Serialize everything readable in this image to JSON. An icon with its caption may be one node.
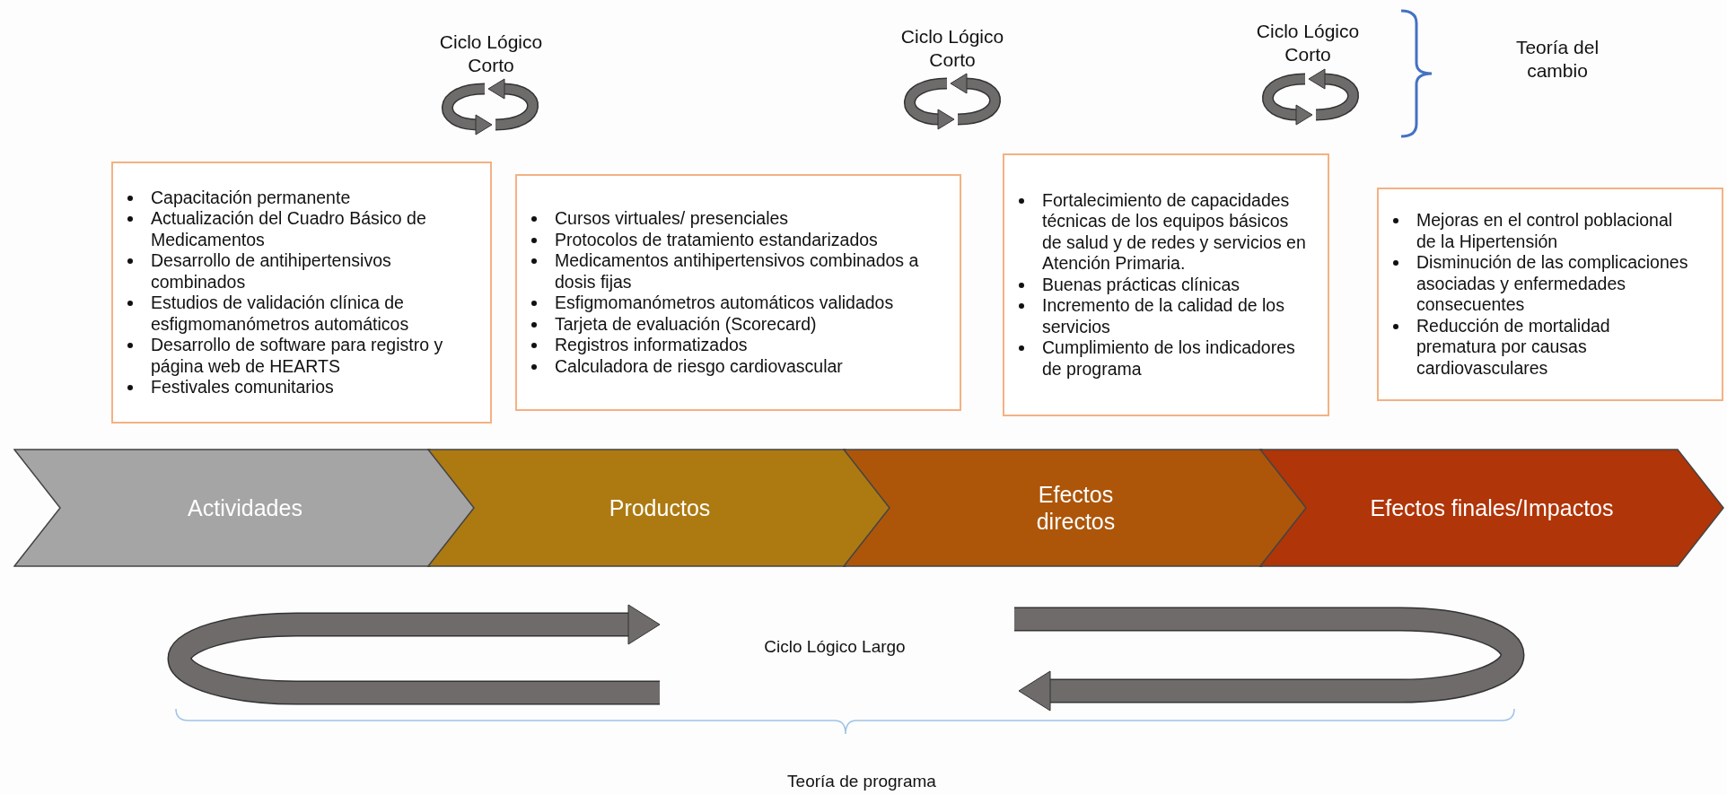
{
  "diagram": {
    "nodes": [
      {
        "text": [
          "Capacitación permanente",
          "Actualización del Cuadro Básico de Medicamentos",
          "Desarrollo de antihipertensivos combinados",
          "Estudios de validación clínica de esfigmomanómetros automáticos",
          "Desarrollo de software para registro y página web de HEARTS",
          "Festivales comunitarios"
        ]
      },
      {
        "text": [
          "Cursos virtuales/ presenciales",
          "Protocolos de tratamiento estandarizados",
          "Medicamentos antihipertensivos combinados a dosis fijas",
          "Esfigmomanómetros automáticos validados",
          "Tarjeta de evaluación (Scorecard)",
          "Registros informatizados",
          "Calculadora de riesgo cardiovascular"
        ]
      },
      {
        "text": [
          "Fortalecimiento de capacidades técnicas de los equipos básicos de salud y de redes y servicios en Atención Primaria.",
          "Buenas prácticas clínicas",
          "Incremento de la calidad de los servicios",
          "Cumplimiento de los indicadores de programa"
        ]
      },
      {
        "text": [
          "Mejoras en el control poblacional de la Hipertensión",
          "Disminución de las complicaciones asociadas y enfermedades consecuentes",
          "Reducción de mortalidad prematura por causas cardiovasculares"
        ]
      },
      {
        "text": [
          "Actividades"
        ]
      },
      {
        "text": [
          "Productos"
        ]
      },
      {
        "text": [
          "Efectos directos"
        ]
      },
      {
        "text": [
          "Efectos finales/Impactos"
        ]
      }
    ],
    "labels": [
      "Ciclo Lógico Corto",
      "Ciclo Lógico Corto",
      "Ciclo Lógico Corto",
      "Teoría del cambio",
      "Ciclo Lógico Largo",
      "Teoría de programa"
    ]
  }
}
